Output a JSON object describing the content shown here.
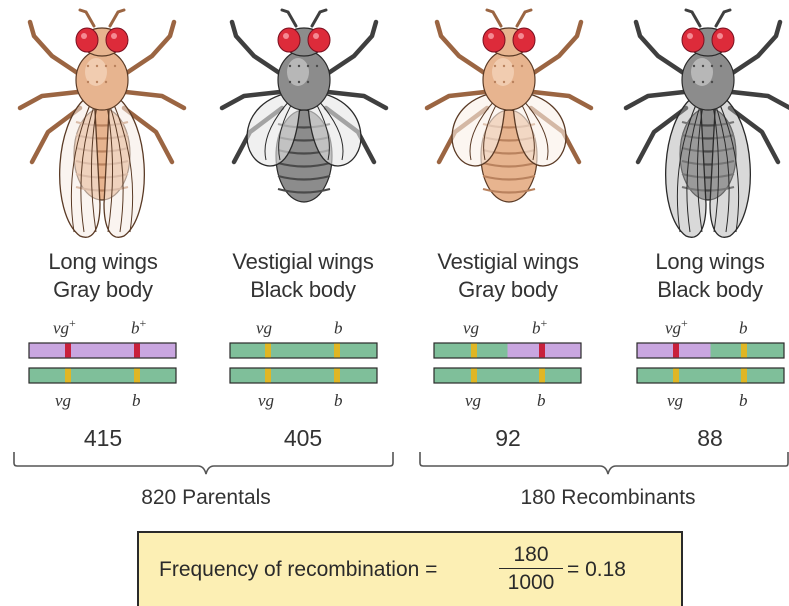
{
  "colors": {
    "wild_body": "#e7b48f",
    "black_body": "#8c8c8c",
    "eye": "#dd2b3a",
    "chromosome_purple": "#c9a6e0",
    "chromosome_green": "#7fbf9a",
    "marker_red": "#c8203c",
    "marker_yellow": "#e0b624",
    "formula_bg": "#fcefb4"
  },
  "flies": [
    {
      "id": "long-gray",
      "phenotype_line1": "Long wings",
      "phenotype_line2": "Gray body",
      "body": "wild",
      "wings": "long",
      "chromosome_top": {
        "allele_left": "vg",
        "allele_left_sup": "+",
        "allele_right": "b",
        "allele_right_sup": "+",
        "segments": [
          "purple",
          "purple"
        ],
        "markers": [
          "red",
          "red"
        ]
      },
      "chromosome_bottom": {
        "allele_left": "vg",
        "allele_right": "b",
        "segments": [
          "green",
          "green"
        ],
        "markers": [
          "yellow",
          "yellow"
        ]
      },
      "count": "415"
    },
    {
      "id": "vestigial-black",
      "phenotype_line1": "Vestigial wings",
      "phenotype_line2": "Black body",
      "body": "black",
      "wings": "vestigial",
      "chromosome_top": {
        "allele_left": "vg",
        "allele_left_sup": "",
        "allele_right": "b",
        "allele_right_sup": "",
        "segments": [
          "green",
          "green"
        ],
        "markers": [
          "yellow",
          "yellow"
        ]
      },
      "chromosome_bottom": {
        "allele_left": "vg",
        "allele_right": "b",
        "segments": [
          "green",
          "green"
        ],
        "markers": [
          "yellow",
          "yellow"
        ]
      },
      "count": "405"
    },
    {
      "id": "vestigial-gray",
      "phenotype_line1": "Vestigial wings",
      "phenotype_line2": "Gray body",
      "body": "wild",
      "wings": "vestigial",
      "chromosome_top": {
        "allele_left": "vg",
        "allele_left_sup": "",
        "allele_right": "b",
        "allele_right_sup": "+",
        "segments": [
          "green",
          "purple"
        ],
        "markers": [
          "yellow",
          "red"
        ]
      },
      "chromosome_bottom": {
        "allele_left": "vg",
        "allele_right": "b",
        "segments": [
          "green",
          "green"
        ],
        "markers": [
          "yellow",
          "yellow"
        ]
      },
      "count": "92"
    },
    {
      "id": "long-black",
      "phenotype_line1": "Long wings",
      "phenotype_line2": "Black body",
      "body": "black",
      "wings": "long",
      "chromosome_top": {
        "allele_left": "vg",
        "allele_left_sup": "+",
        "allele_right": "b",
        "allele_right_sup": "",
        "segments": [
          "purple",
          "green"
        ],
        "markers": [
          "red",
          "yellow"
        ]
      },
      "chromosome_bottom": {
        "allele_left": "vg",
        "allele_right": "b",
        "segments": [
          "green",
          "green"
        ],
        "markers": [
          "yellow",
          "yellow"
        ]
      },
      "count": "88"
    }
  ],
  "groups": {
    "parentals": "820 Parentals",
    "recombinants": "180 Recombinants"
  },
  "formula": {
    "label": "Frequency of recombination =",
    "numerator": "180",
    "denominator": "1000",
    "result": "= 0.18"
  }
}
